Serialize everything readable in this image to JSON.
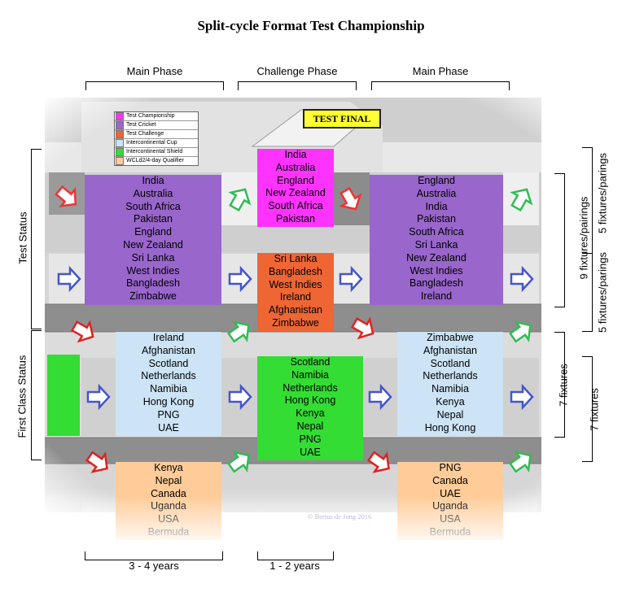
{
  "title": "Split-cycle Format Test Championship",
  "phases": {
    "main_left": "Main Phase",
    "challenge": "Challenge Phase",
    "main_right": "Main Phase"
  },
  "durations": {
    "left": "3 - 4 years",
    "middle": "1 - 2 years"
  },
  "status": {
    "test": "Test Status",
    "first_class": "First Class Status"
  },
  "fixture_notes": {
    "r1a": "5 fixtures/parings",
    "r1b": "5 fixtures/parings",
    "r2": "9 fixtures/pairings",
    "r3": "7 fixtures",
    "r4": "7 fixtures"
  },
  "legend": [
    {
      "label": "Test Championship",
      "color": "#ff33ff"
    },
    {
      "label": "Test Cricket",
      "color": "#9966cc"
    },
    {
      "label": "Test Challenge",
      "color": "#ee6633"
    },
    {
      "label": "Intercontinental Cup",
      "color": "#cce4f5"
    },
    {
      "label": "Intercontinental Shield",
      "color": "#33dd33"
    },
    {
      "label": "WCLd2/4-day Qualifier",
      "color": "#ffcc99"
    }
  ],
  "test_final": "TEST FINAL",
  "credit": "© Bertus de Jong 2016",
  "groups": {
    "test_left": [
      "India",
      "Australia",
      "South Africa",
      "Pakistan",
      "England",
      "New Zealand",
      "Sri Lanka",
      "West Indies",
      "Bangladesh",
      "Zimbabwe"
    ],
    "championship": [
      "India",
      "Australia",
      "England",
      "New Zealand",
      "South Africa",
      "Pakistan"
    ],
    "challenge": [
      "Sri Lanka",
      "Bangladesh",
      "West Indies",
      "Ireland",
      "Afghanistan",
      "Zimbabwe"
    ],
    "test_right": [
      "England",
      "Australia",
      "India",
      "Pakistan",
      "South Africa",
      "Sri Lanka",
      "New Zealand",
      "West Indies",
      "Bangladesh",
      "Ireland"
    ],
    "icup_left": [
      "Ireland",
      "Afghanistan",
      "Scotland",
      "Netherlands",
      "Namibia",
      "Hong Kong",
      "PNG",
      "UAE"
    ],
    "shield": [
      "Scotland",
      "Namibia",
      "Netherlands",
      "Hong Kong",
      "Kenya",
      "Nepal",
      "PNG",
      "UAE"
    ],
    "icup_right": [
      "Zimbabwe",
      "Afghanistan",
      "Scotland",
      "Netherlands",
      "Namibia",
      "Kenya",
      "Nepal",
      "Hong Kong"
    ],
    "wcl_left": [
      "Kenya",
      "Nepal",
      "Canada",
      "Uganda",
      "USA",
      "Bermuda"
    ],
    "wcl_right": [
      "PNG",
      "Canada",
      "UAE",
      "Uganda",
      "USA",
      "Bermuda"
    ]
  }
}
